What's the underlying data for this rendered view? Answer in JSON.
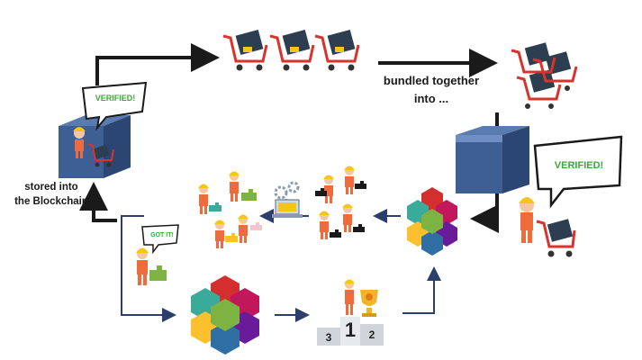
{
  "labels": {
    "bundled": "bundled together into ...",
    "bundled_line1": "bundled together",
    "bundled_line2": "into ...",
    "stored_line1": "stored into",
    "stored_line2": "the Blockchain"
  },
  "bubbles": {
    "verified_left": "VERIFIED!",
    "verified_right": "VERIFIED!",
    "got_it": "GOT IT!"
  },
  "podium": {
    "first": "1",
    "second": "2",
    "third": "3"
  },
  "colors": {
    "arrow": "#1a1a1a",
    "arrow_blue": "#2c3e6b",
    "cube_top": "#5a7bb0",
    "cube_front": "#3e5f94",
    "cube_side": "#2c4673",
    "cart_red": "#d9342b",
    "helmet_yellow": "#f5c518",
    "worker_orange": "#ef6b3b",
    "bubble_green": "#3aaa35",
    "puzzle_teal": "#3aaa9a",
    "puzzle_pink": "#c2185b",
    "puzzle_red": "#d32f2f",
    "puzzle_yellow": "#fbc02d",
    "puzzle_purple": "#6a1b9a",
    "puzzle_green": "#7cb342",
    "puzzle_blue": "#2f6fa3"
  }
}
